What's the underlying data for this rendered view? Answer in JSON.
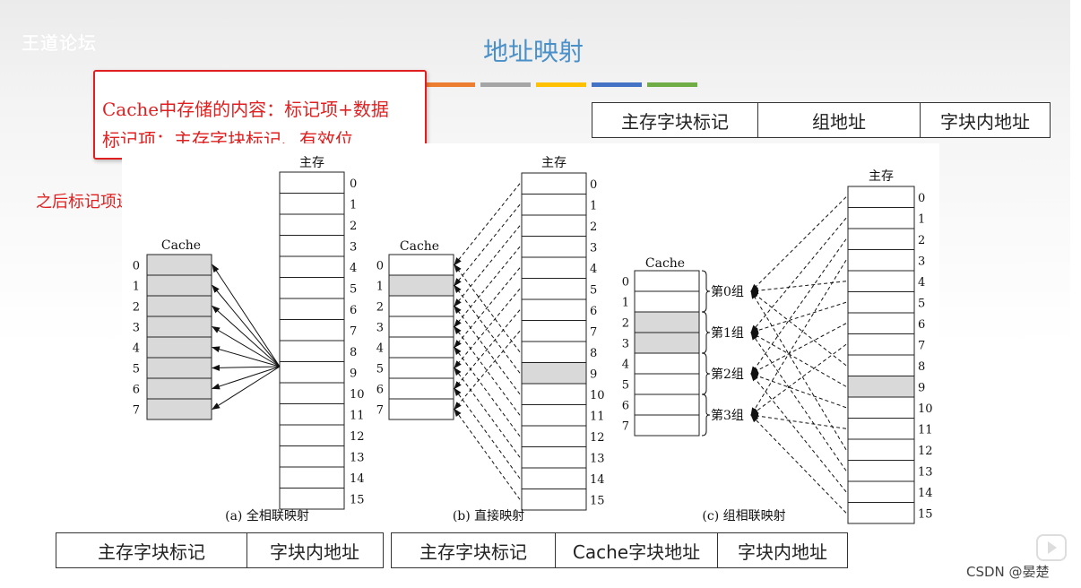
{
  "header": {
    "logo": "王道论坛",
    "title": "地址映射",
    "bar_colors": [
      "#5b9bd5",
      "#ed7d31",
      "#a5a5a5",
      "#ffc000",
      "#4472c4",
      "#70ad47"
    ]
  },
  "notes": {
    "box_line1": "Cache中存储的内容：标记项+数据",
    "box_line2": "标记项：主存字块标记、有效位…",
    "extend": "之后标记项还会进行扩展"
  },
  "formats": {
    "set_assoc": [
      "主存字块标记",
      "组地址",
      "字块内地址"
    ],
    "fully_assoc": [
      "主存字块标记",
      "字块内地址"
    ],
    "direct": [
      "主存字块标记",
      "Cache字块地址",
      "字块内地址"
    ]
  },
  "diagram": {
    "cache_label": "Cache",
    "memory_label": "主存",
    "cache_indices": [
      "0",
      "1",
      "2",
      "3",
      "4",
      "5",
      "6",
      "7"
    ],
    "memory_indices": [
      "0",
      "1",
      "2",
      "3",
      "4",
      "5",
      "6",
      "7",
      "8",
      "9",
      "10",
      "11",
      "12",
      "13",
      "14",
      "15"
    ],
    "groups": [
      "第0组",
      "第1组",
      "第2组",
      "第3组"
    ],
    "captions": [
      "(a) 全相联映射",
      "(b) 直接映射",
      "(c) 组相联映射"
    ],
    "highlight_color": "#d9d9d9"
  },
  "footer": {
    "watermark": "CSDN @晏楚"
  }
}
